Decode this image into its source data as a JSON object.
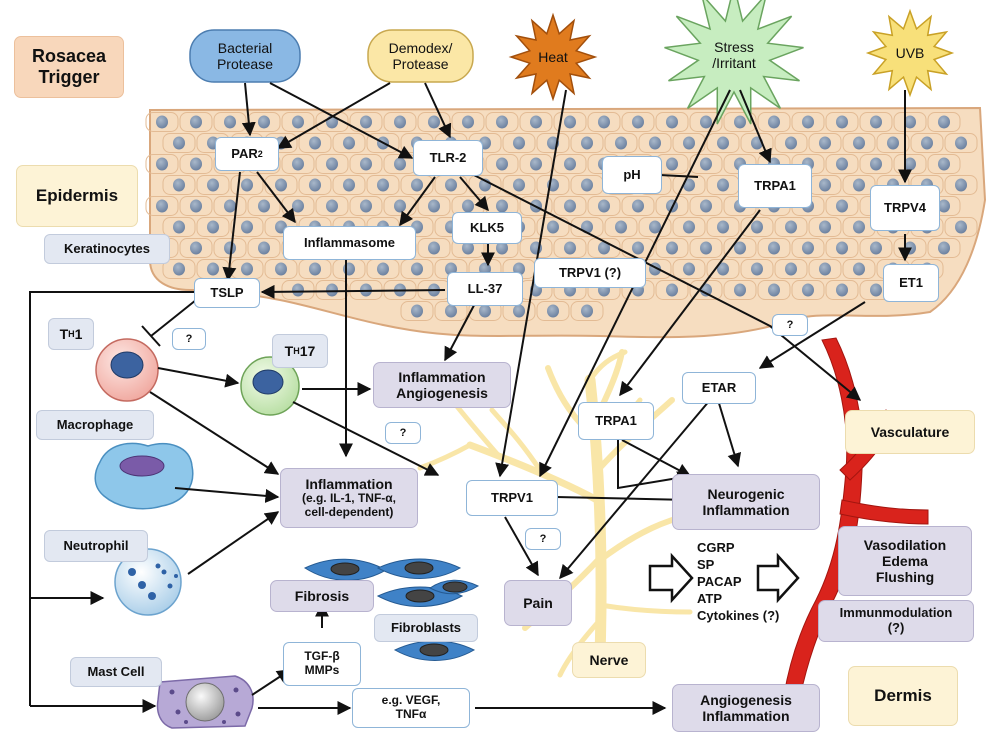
{
  "trigger": {
    "title": "Rosacea Trigger",
    "bacterial": "Bacterial Protease",
    "demodex": "Demodex/ Protease",
    "heat": "Heat",
    "stress": "Stress /Irritant",
    "uvb": "UVB"
  },
  "layers": {
    "epidermis": "Epidermis",
    "dermis": "Dermis",
    "keratinocytes": "Keratinocytes",
    "vasculature": "Vasculature",
    "nerve": "Nerve",
    "fibroblasts": "Fibroblasts"
  },
  "epidermis_nodes": {
    "par2": "PAR",
    "par2_sub": "2",
    "tlr2": "TLR-2",
    "ph": "pH",
    "trpa1": "TRPA1",
    "trpv4": "TRPV4",
    "klk5": "KLK5",
    "inflammasome": "Inflammasome",
    "tslp": "TSLP",
    "ll37": "LL-37",
    "trpv1": "TRPV1 (?)",
    "et1": "ET1"
  },
  "cells": {
    "th1": "T",
    "th1_sub": "H",
    "th1_suffix": "1",
    "th17": "T",
    "th17_sub": "H",
    "th17_suffix": "17",
    "macrophage": "Macrophage",
    "neutrophil": "Neutrophil",
    "mastcell": "Mast Cell"
  },
  "dermis_nodes": {
    "etar": "ETAR",
    "trpa1": "TRPA1",
    "trpv1": "TRPV1",
    "tgf": "TGF-β\nMMPs",
    "vegf": "e.g. VEGF,\nTNFα",
    "question": "?"
  },
  "outcomes": {
    "infl_angio": "Inflammation\nAngiogenesis",
    "inflammation": "Inflammation",
    "inflammation_detail": "(e.g. IL-1, TNF-α,\ncell-dependent)",
    "neurogenic": "Neurogenic\nInflammation",
    "pain": "Pain",
    "fibrosis": "Fibrosis",
    "vasodilation": "Vasodilation\nEdema\nFlushing",
    "immunomodulation": "Immunmodulation\n(?)",
    "angio_infl": "Angiogenesis\nInflammation"
  },
  "mediators": [
    "CGRP",
    "SP",
    "PACAP",
    "ATP",
    "Cytokines (?)"
  ],
  "colors": {
    "skin": "#f6ddc0",
    "skin_border": "#d9a77c",
    "nucleus": "#7b8fa8",
    "nerve": "#f9e6a8",
    "vessel": "#d9231c",
    "heat": "#e07b1e",
    "stress": "#c7edc0",
    "uvb": "#f8e07a",
    "fibroblast": "#3f82c7"
  }
}
